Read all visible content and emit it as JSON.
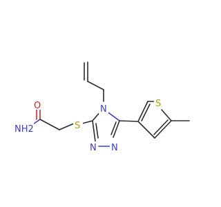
{
  "molecule": {
    "atoms": {
      "o_carbonyl": "O",
      "nh2": "NH2",
      "s_thioether": "S",
      "n4": "N",
      "n1": "N",
      "n2": "N",
      "s_thiophene": "S"
    }
  }
}
